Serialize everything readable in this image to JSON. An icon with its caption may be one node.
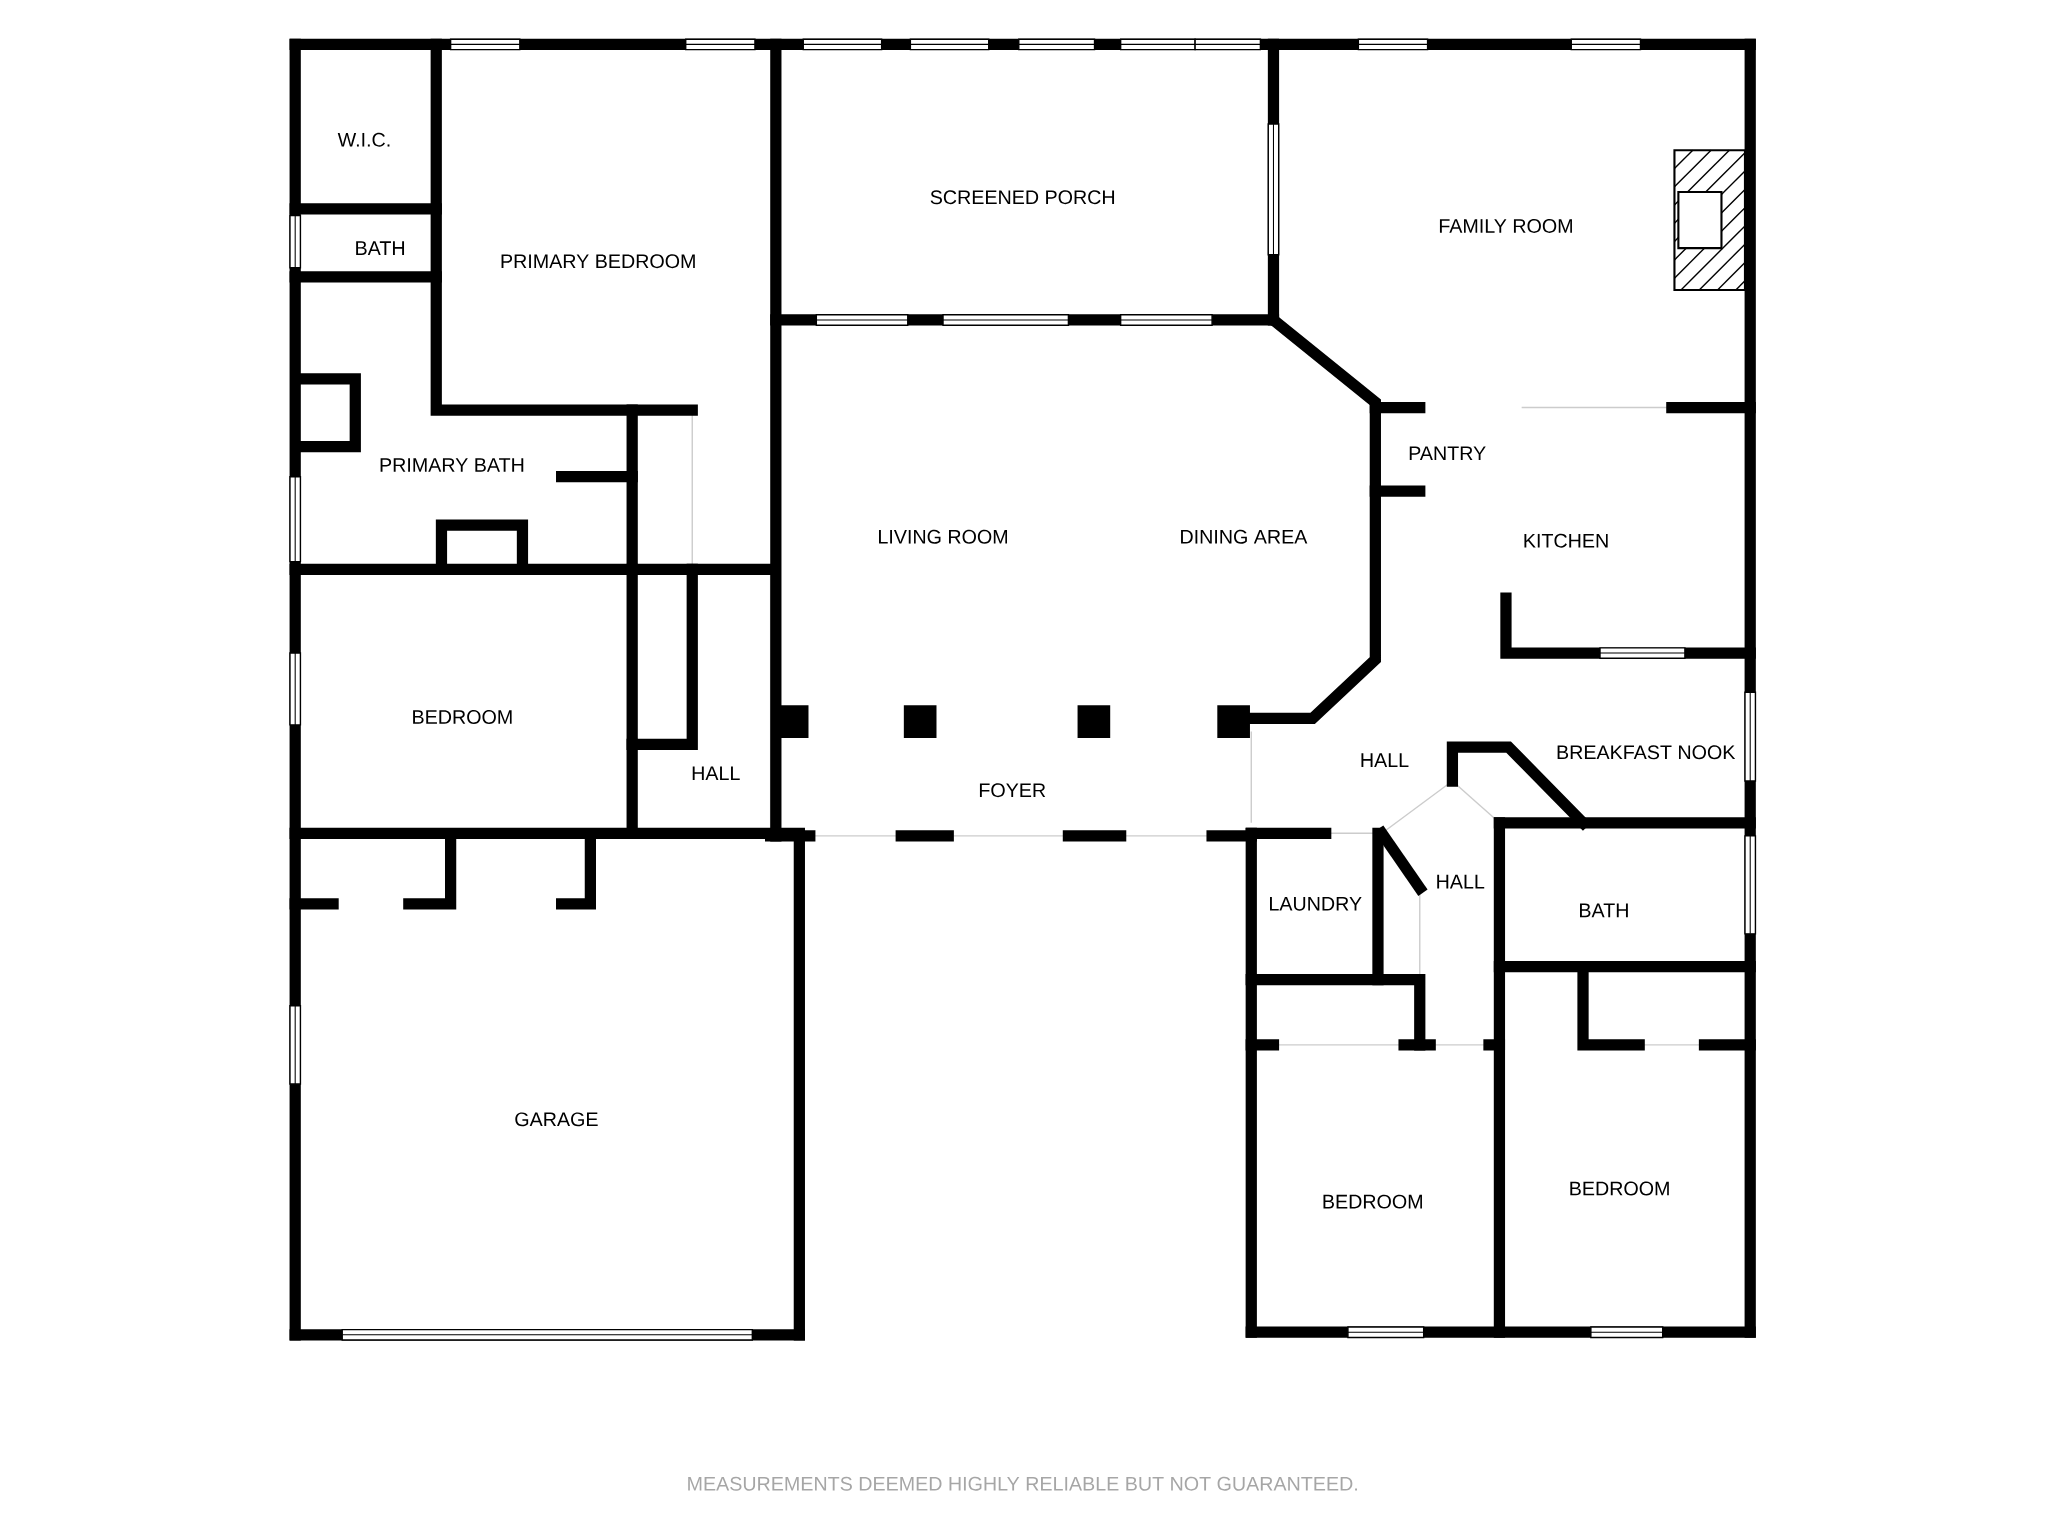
{
  "diagram": {
    "labels": [
      "W.I.C.",
      "SCREENED PORCH",
      "FAMILY ROOM",
      "BATH",
      "PRIMARY BEDROOM",
      "PANTRY",
      "PRIMARY BATH",
      "LIVING ROOM",
      "DINING AREA",
      "KITCHEN",
      "BEDROOM",
      "BREAKFAST NOOK",
      "HALL",
      "HALL",
      "FOYER",
      "LAUNDRY",
      "HALL",
      "BATH",
      "GARAGE",
      "BEDROOM",
      "BEDROOM",
      "MEASUREMENTS DEEMED HIGHLY RELIABLE BUT NOT GUARANTEED."
    ]
  }
}
